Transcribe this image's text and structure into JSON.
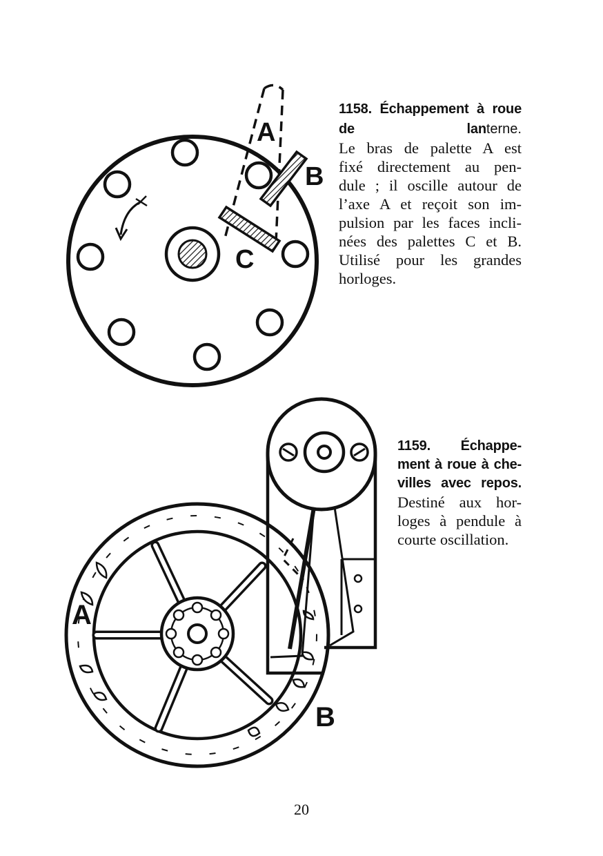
{
  "figure1": {
    "labels": {
      "a": "A",
      "b": "B",
      "c": "C"
    }
  },
  "figure2": {
    "labels": {
      "a": "A",
      "b": "B"
    }
  },
  "caption1": {
    "heading": "1158. Échappement à roue de lan",
    "heading_tail": "terne.",
    "lines": [
      "Le bras de palette A est",
      "fixé directement au pen-",
      "dule ; il oscille autour de",
      "l’axe A et reçoit son im-",
      "pulsion par les faces incli-",
      "nées des palettes C et B.",
      "Utilisé pour les grandes",
      "horloges."
    ]
  },
  "caption2": {
    "heading_lines": [
      "1159. Échappe-",
      "ment à roue à che-",
      "villes avec repos."
    ],
    "lines": [
      "Destiné aux hor-",
      "loges à pendule à",
      "courte oscillation."
    ]
  },
  "page": {
    "number": "20"
  }
}
